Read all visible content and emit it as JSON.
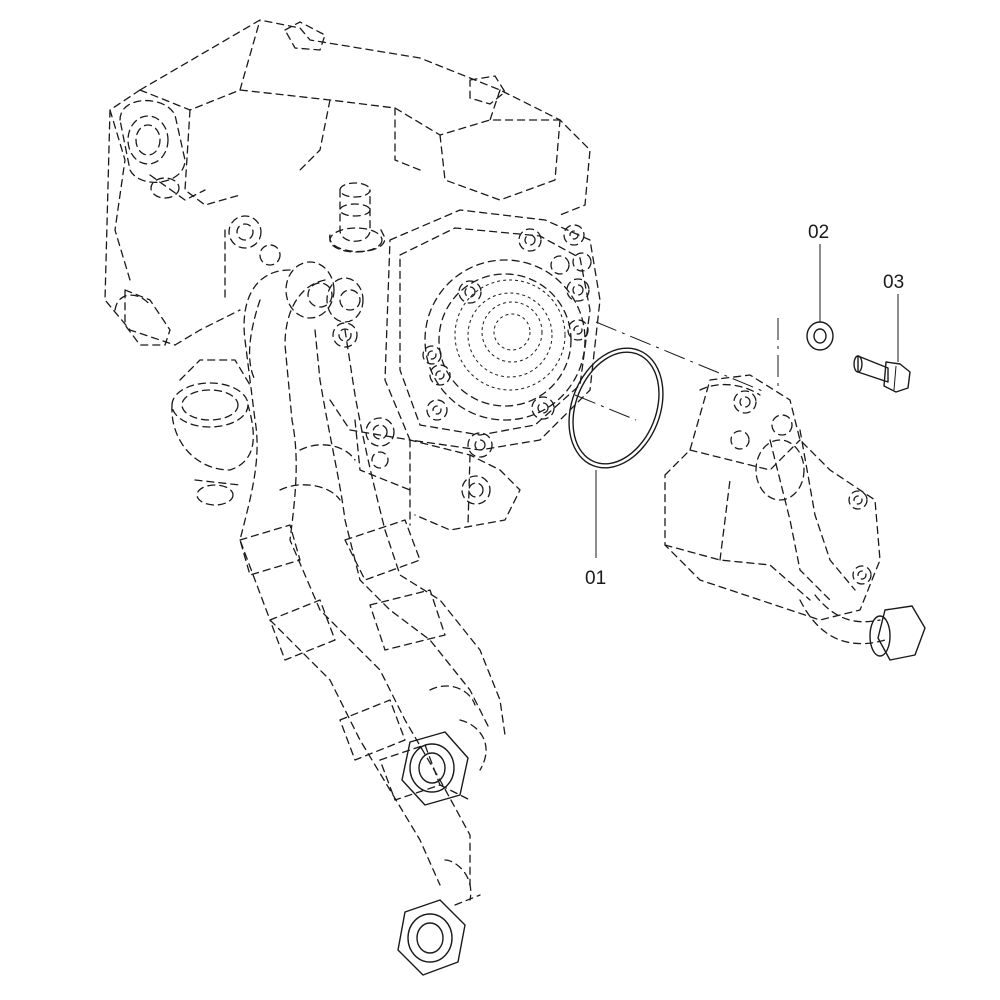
{
  "diagram": {
    "callouts": [
      {
        "id": "01",
        "label": "01"
      },
      {
        "id": "02",
        "label": "02"
      },
      {
        "id": "03",
        "label": "03"
      }
    ],
    "line_color": "#1a1a1a",
    "background": "#ffffff"
  }
}
